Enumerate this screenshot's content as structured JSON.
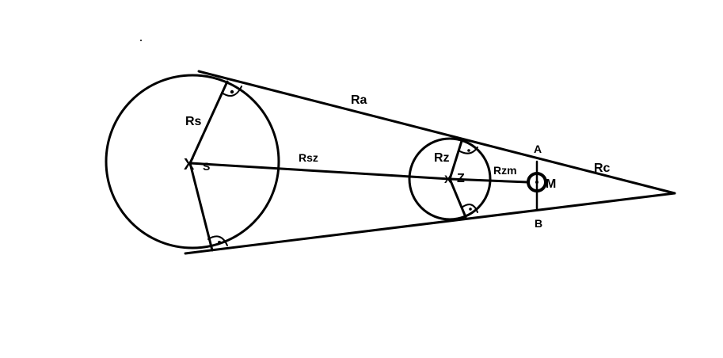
{
  "labels": {
    "rs": "Rs",
    "ra": "Ra",
    "rsz": "Rsz",
    "rz": "Rz",
    "rzm": "Rzm",
    "rc": "Rc",
    "s": "S",
    "z": "Z",
    "m": "M",
    "a": "A",
    "b": "B",
    "cross_s": "X",
    "cross_z": "X"
  },
  "colors": {
    "ink": "#000000",
    "background": "#ffffff"
  }
}
